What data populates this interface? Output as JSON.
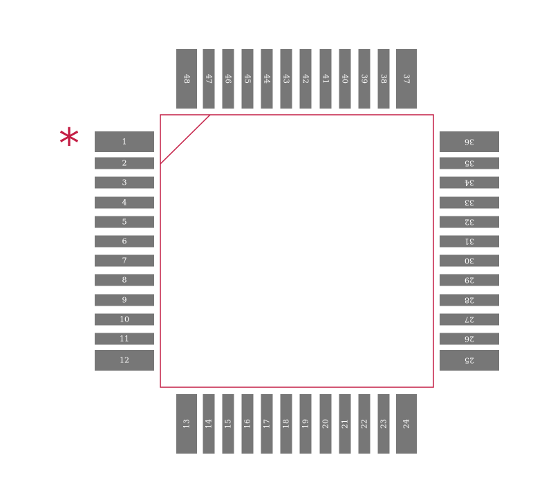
{
  "package": {
    "pin1_marker": "*",
    "left_pins": [
      "1",
      "2",
      "3",
      "4",
      "5",
      "6",
      "7",
      "8",
      "9",
      "10",
      "11",
      "12"
    ],
    "bottom_pins": [
      "13",
      "14",
      "15",
      "16",
      "17",
      "18",
      "19",
      "20",
      "21",
      "22",
      "23",
      "24"
    ],
    "right_pins": [
      "25",
      "26",
      "27",
      "28",
      "29",
      "30",
      "31",
      "32",
      "33",
      "34",
      "35",
      "36"
    ],
    "top_pins": [
      "37",
      "38",
      "39",
      "40",
      "41",
      "42",
      "43",
      "44",
      "45",
      "46",
      "47",
      "48"
    ]
  },
  "colors": {
    "pad": "#777777",
    "pad_label": "#ffffff",
    "outline": "#c41e45",
    "marker": "#c41e45"
  }
}
